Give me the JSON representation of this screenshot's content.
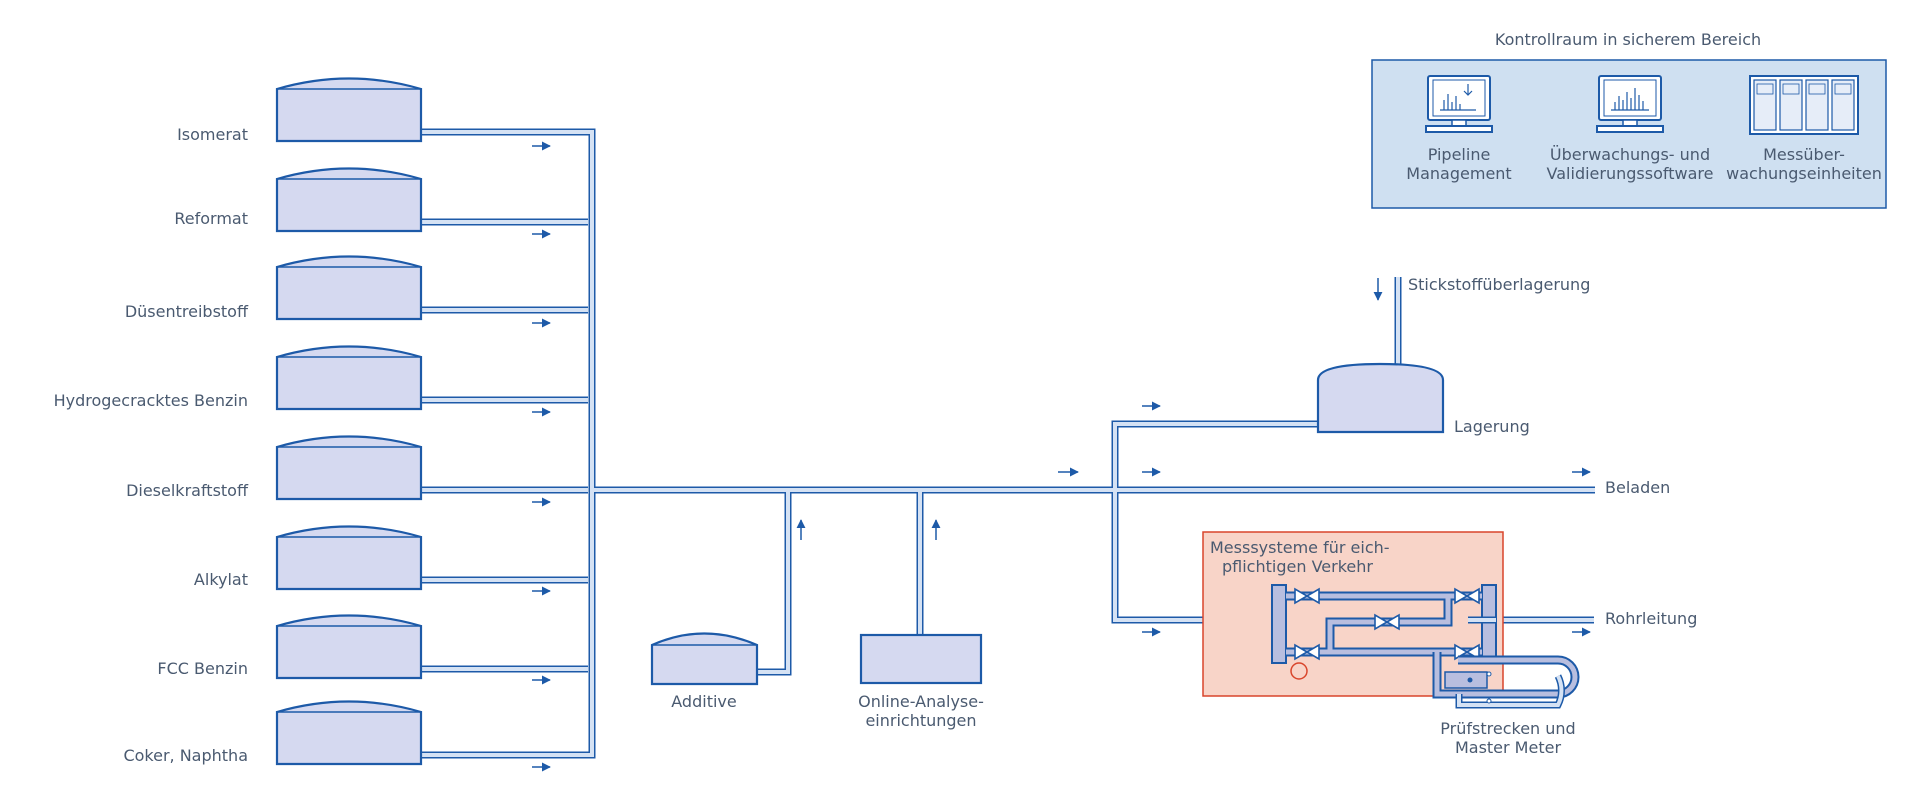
{
  "control_room": {
    "title": "Kontrollraum in sicherem Bereich",
    "items": [
      {
        "label_line1": "Pipeline",
        "label_line2": "Management",
        "icon": "monitor-chart-icon"
      },
      {
        "label_line1": "Überwachungs- und",
        "label_line2": "Validierungssoftware",
        "icon": "monitor-bars-icon"
      },
      {
        "label_line1": "Messüber-",
        "label_line2": "wachungseinheiten",
        "icon": "rack-units-icon"
      }
    ]
  },
  "tanks": [
    {
      "label": "Isomerat"
    },
    {
      "label": "Reformat"
    },
    {
      "label": "Düsentreibstoff"
    },
    {
      "label": "Hydrogecracktes Benzin"
    },
    {
      "label": "Dieselkraftstoff"
    },
    {
      "label": "Alkylat"
    },
    {
      "label": "FCC Benzin"
    },
    {
      "label": "Coker, Naphtha"
    }
  ],
  "additive": {
    "label": "Additive"
  },
  "analysis": {
    "label_line1": "Online-Analyse-",
    "label_line2": "einrichtungen"
  },
  "nitrogen": {
    "label": "Stickstoffüberlagerung"
  },
  "storage": {
    "label": "Lagerung"
  },
  "loading": {
    "label": "Beladen"
  },
  "pipeline_out": {
    "label": "Rohrleitung"
  },
  "metering": {
    "label_line1": "Messsysteme für eich-",
    "label_line2": "pflichtigen Verkehr"
  },
  "prover": {
    "label_line1": "Prüfstrecken und",
    "label_line2": "Master Meter"
  },
  "colors": {
    "pipe": "#1d5aa8",
    "tank_fill": "#d5d9f0",
    "control_fill": "#cfe0f1",
    "metering_fill": "#f8d4c8",
    "metering_border": "#d9452b"
  }
}
